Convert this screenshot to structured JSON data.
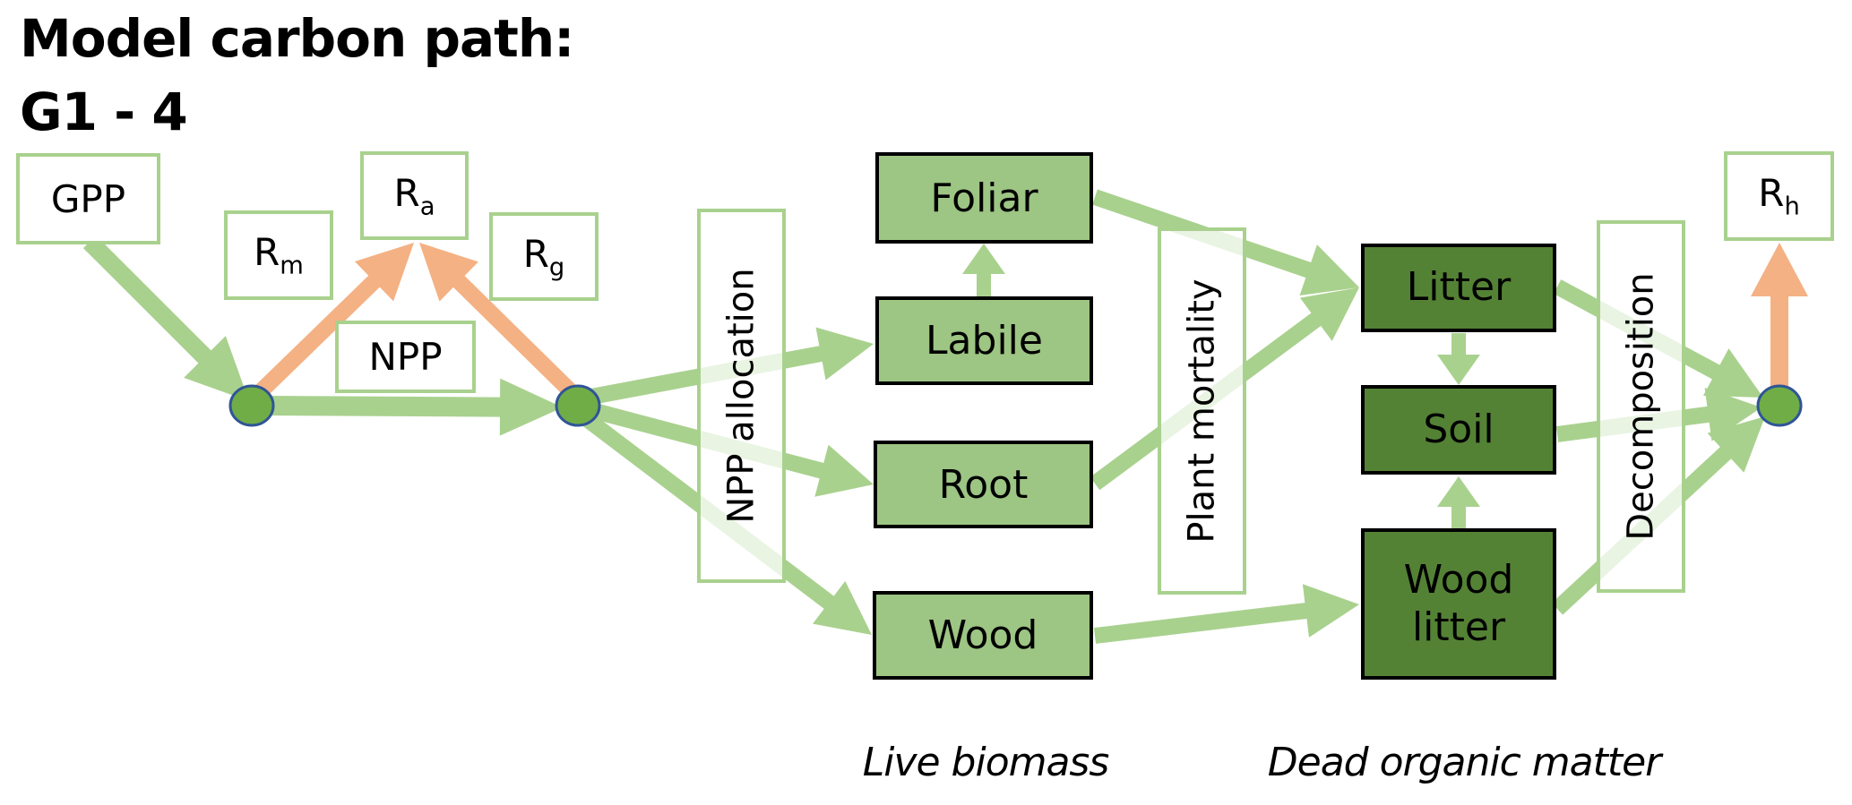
{
  "title": {
    "line1": "Model carbon path:",
    "line2": "G1 - 4"
  },
  "flux_labels": {
    "gpp": "GPP",
    "ra": {
      "main": "R",
      "sub": "a"
    },
    "rm": {
      "main": "R",
      "sub": "m"
    },
    "rg": {
      "main": "R",
      "sub": "g"
    },
    "npp": "NPP",
    "rh": {
      "main": "R",
      "sub": "h"
    }
  },
  "process_labels": {
    "npp_allocation": "NPP allocation",
    "plant_mortality": "Plant mortality",
    "decomposition": "Decomposition"
  },
  "live_pools": [
    "Foliar",
    "Labile",
    "Root",
    "Wood"
  ],
  "dead_pools": {
    "litter": "Litter",
    "soil": "Soil",
    "wood_litter_line1": "Wood",
    "wood_litter_line2": "litter"
  },
  "captions": {
    "live": "Live biomass",
    "dead": "Dead organic matter"
  },
  "colors": {
    "carbon_flow": "#a9d18e",
    "respiration_flow": "#f4b183",
    "node_fill": "#70ad47",
    "node_stroke": "#2f5597",
    "live_pool_fill": "#9dc583",
    "dead_pool_fill": "#548235"
  },
  "flows": [
    {
      "from": "GPP",
      "to": "node-1",
      "type": "carbon"
    },
    {
      "from": "node-1",
      "to": "Ra",
      "type": "respiration"
    },
    {
      "from": "node-1",
      "to": "node-2",
      "type": "carbon"
    },
    {
      "from": "node-2",
      "to": "Ra",
      "type": "respiration"
    },
    {
      "from": "node-2",
      "to": "Labile",
      "type": "carbon"
    },
    {
      "from": "node-2",
      "to": "Root",
      "type": "carbon"
    },
    {
      "from": "node-2",
      "to": "Wood",
      "type": "carbon"
    },
    {
      "from": "Labile",
      "to": "Foliar",
      "type": "carbon"
    },
    {
      "from": "Foliar",
      "to": "Litter",
      "type": "carbon"
    },
    {
      "from": "Root",
      "to": "Litter",
      "type": "carbon"
    },
    {
      "from": "Wood",
      "to": "Wood litter",
      "type": "carbon"
    },
    {
      "from": "Litter",
      "to": "Soil",
      "type": "carbon"
    },
    {
      "from": "Wood litter",
      "to": "Soil",
      "type": "carbon"
    },
    {
      "from": "Litter",
      "to": "node-3",
      "type": "carbon"
    },
    {
      "from": "Soil",
      "to": "node-3",
      "type": "carbon"
    },
    {
      "from": "Wood litter",
      "to": "node-3",
      "type": "carbon"
    },
    {
      "from": "node-3",
      "to": "Rh",
      "type": "respiration"
    }
  ]
}
